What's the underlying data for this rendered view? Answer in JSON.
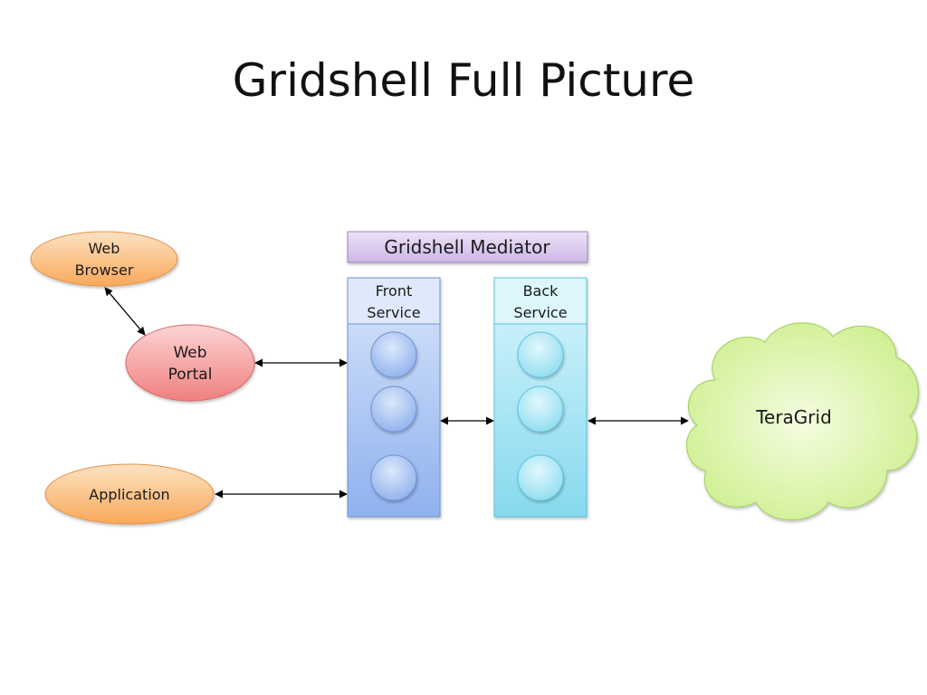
{
  "title": "Gridshell Full Picture",
  "nodes": {
    "web_browser": [
      "Web",
      "Browser"
    ],
    "web_portal": [
      "Web",
      "Portal"
    ],
    "application": "Application",
    "mediator": "Gridshell Mediator",
    "front_service": [
      "Front",
      "Service"
    ],
    "back_service": [
      "Back",
      "Service"
    ],
    "teragrid": "TeraGrid"
  },
  "colors": {
    "orange_ellipse": "#fbbf84",
    "pink_ellipse": "#f6a1a1",
    "mediator_fill": "#d9c8ec",
    "front_fill": "#b7cdf5",
    "back_fill": "#a9e7f5",
    "cloud_fill": "#d9f3a5"
  }
}
